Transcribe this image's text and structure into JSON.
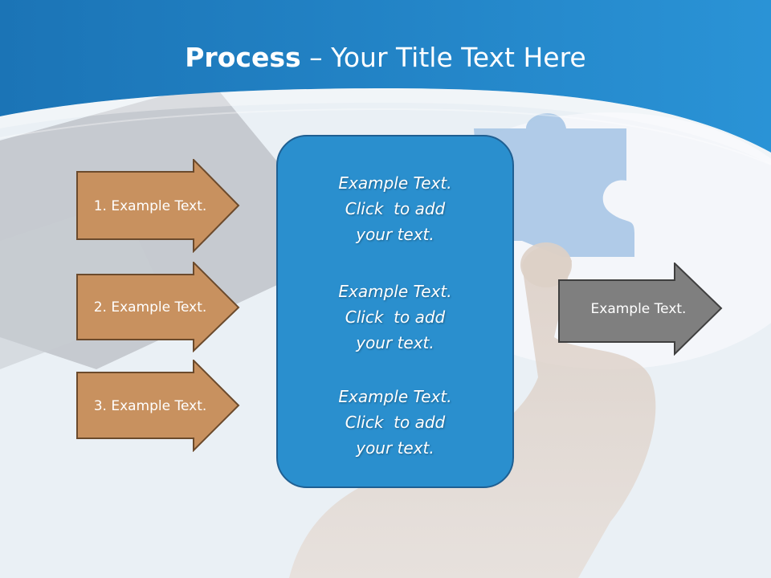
{
  "title": {
    "bold": "Process",
    "rest": " – Your Title Text Here"
  },
  "left_arrows": [
    {
      "label": "1. Example Text."
    },
    {
      "label": "2. Example Text."
    },
    {
      "label": "3. Example Text."
    }
  ],
  "center_box": {
    "paragraphs": [
      {
        "lines": [
          "Example Text.",
          "Click  to add",
          "your text."
        ]
      },
      {
        "lines": [
          "Example Text.",
          "Click  to add",
          "your text."
        ]
      },
      {
        "lines": [
          "Example Text.",
          "Click  to add",
          "your text."
        ]
      }
    ]
  },
  "right_arrow": {
    "label": "Example Text."
  },
  "colors": {
    "header_blue": "#1e7fc2",
    "arrow_orange": "#c8915f",
    "box_blue": "#2a8fce",
    "arrow_gray": "#7f7f7f"
  }
}
